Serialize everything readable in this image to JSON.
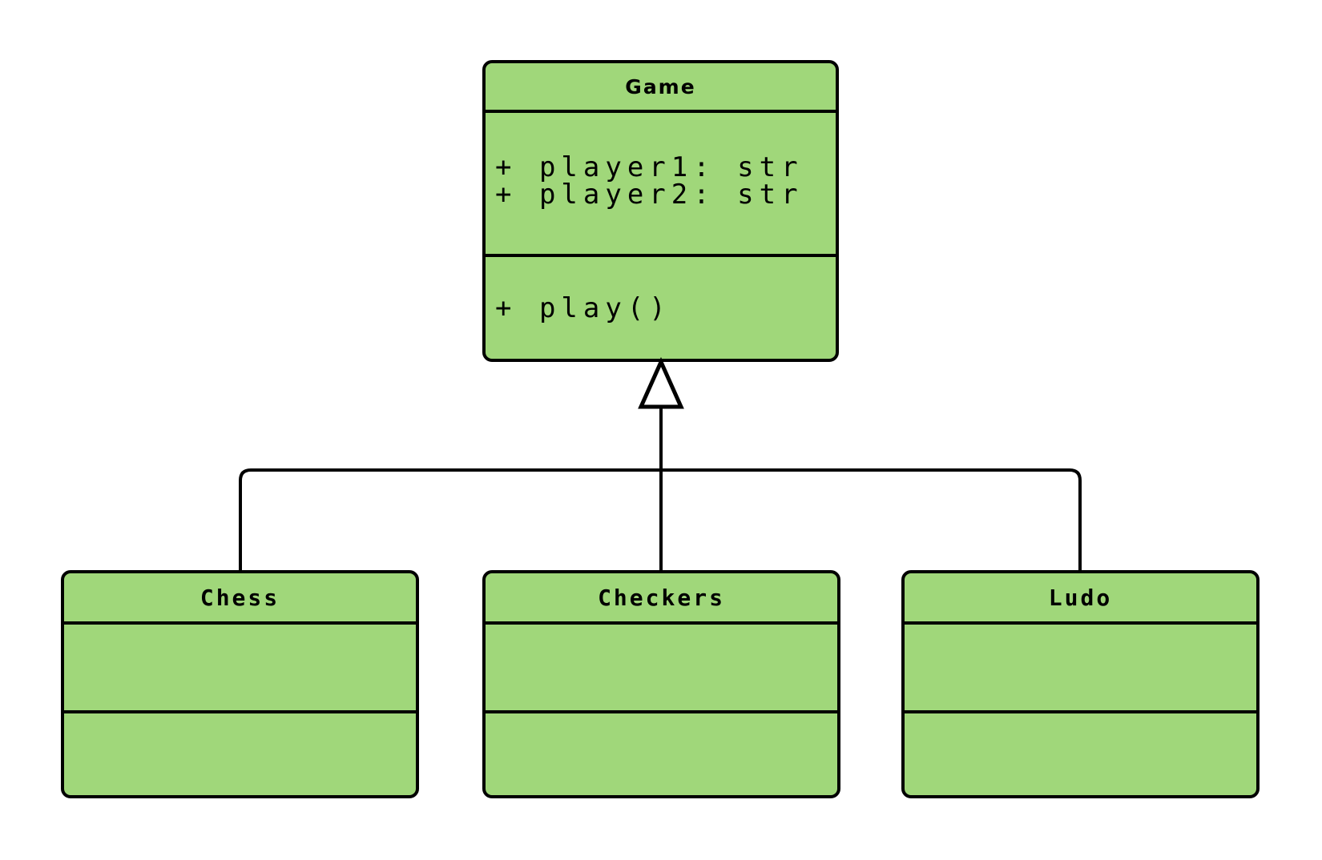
{
  "diagram": {
    "kind": "uml-class-diagram",
    "colors": {
      "class_fill": "#A0D77A",
      "stroke": "#000000",
      "background": "#FFFFFF"
    },
    "classes": [
      {
        "name": "Game",
        "attributes": [
          "+ player1: str",
          "+ player2: str"
        ],
        "methods": [
          "+ play()"
        ]
      },
      {
        "name": "Chess",
        "attributes": [],
        "methods": []
      },
      {
        "name": "Checkers",
        "attributes": [],
        "methods": []
      },
      {
        "name": "Ludo",
        "attributes": [],
        "methods": []
      }
    ],
    "relationships": [
      {
        "type": "inheritance",
        "parent": "Game",
        "children": [
          "Chess",
          "Checkers",
          "Ludo"
        ]
      }
    ]
  }
}
